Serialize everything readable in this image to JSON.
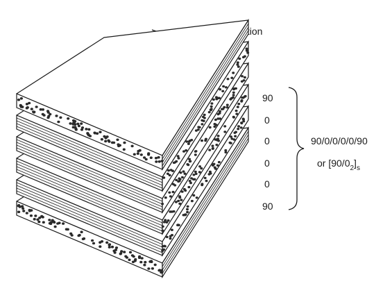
{
  "reference_direction_label": "Reference direction",
  "ply_angles": [
    "90",
    "0",
    "0",
    "0",
    "0",
    "90"
  ],
  "layup_code": "90/0/0/0/0/90",
  "layup_short": {
    "prefix": "or [90/0",
    "subscript_inner": "2",
    "bracket": "]",
    "subscript_outer": "s"
  },
  "colors": {
    "stroke": "#1a1a1a",
    "face": "#ffffff",
    "fiber": "#2a2a2a"
  }
}
